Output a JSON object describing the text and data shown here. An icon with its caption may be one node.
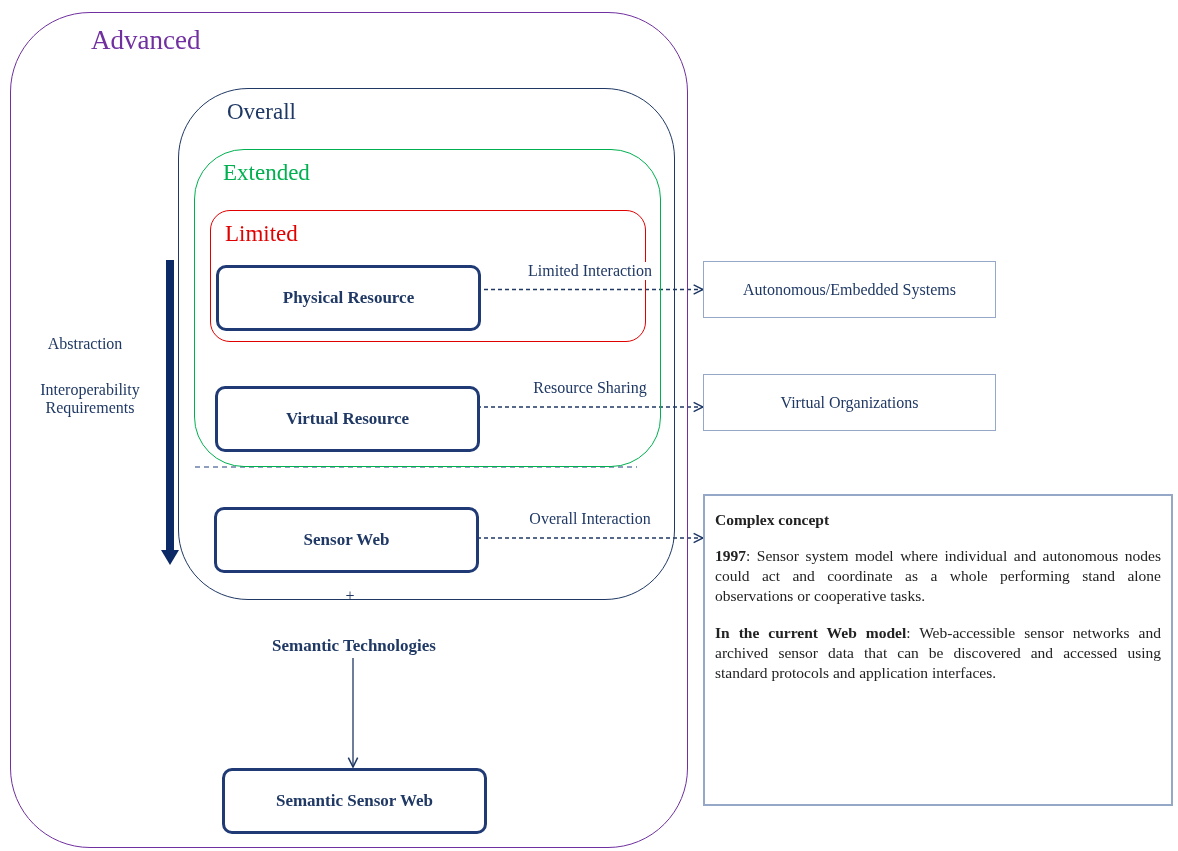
{
  "diagram": {
    "nodes": [
      {
        "text": [
          "Advanced"
        ]
      },
      {
        "text": [
          "Overall"
        ],
        "in": 0
      },
      {
        "text": [
          "Extended"
        ],
        "in": 1
      },
      {
        "text": [
          "Limited"
        ],
        "in": 2
      },
      {
        "text": [
          "Physical Resource"
        ],
        "in": 3
      },
      {
        "text": [
          "Virtual Resource"
        ],
        "in": 2
      },
      {
        "text": [
          "Sensor Web"
        ],
        "in": 1
      },
      {
        "text": [
          "Semantic Technologies"
        ],
        "in": 0
      },
      {
        "text": [
          "Semantic Sensor Web"
        ],
        "in": 0
      },
      {
        "text": [
          "Autonomous/Embedded Systems"
        ]
      },
      {
        "text": [
          "Virtual Organizations"
        ]
      },
      {
        "text": [
          "Complex concept",
          "**1997**: Sensor system model where individual and autonomous nodes could act and coordinate as a whole performing stand alone observations or cooperative tasks.",
          "**In the current Web model**: Web-accessible sensor networks and archived sensor data that can be discovered and accessed using standard protocols and application interfaces."
        ]
      }
    ],
    "edges": [
      {
        "from": 4,
        "to": 9,
        "arrow": "to",
        "label": "Limited Interaction",
        "style": "dashed"
      },
      {
        "from": 5,
        "to": 10,
        "arrow": "to",
        "label": "Resource Sharing",
        "style": "dashed"
      },
      {
        "from": 6,
        "to": 11,
        "arrow": "to",
        "label": "Overall Interaction",
        "style": "dashed"
      },
      {
        "from": 7,
        "to": 8,
        "arrow": "to"
      }
    ],
    "labels": [
      "Abstraction",
      "Interoperability Requirements",
      "+"
    ]
  }
}
